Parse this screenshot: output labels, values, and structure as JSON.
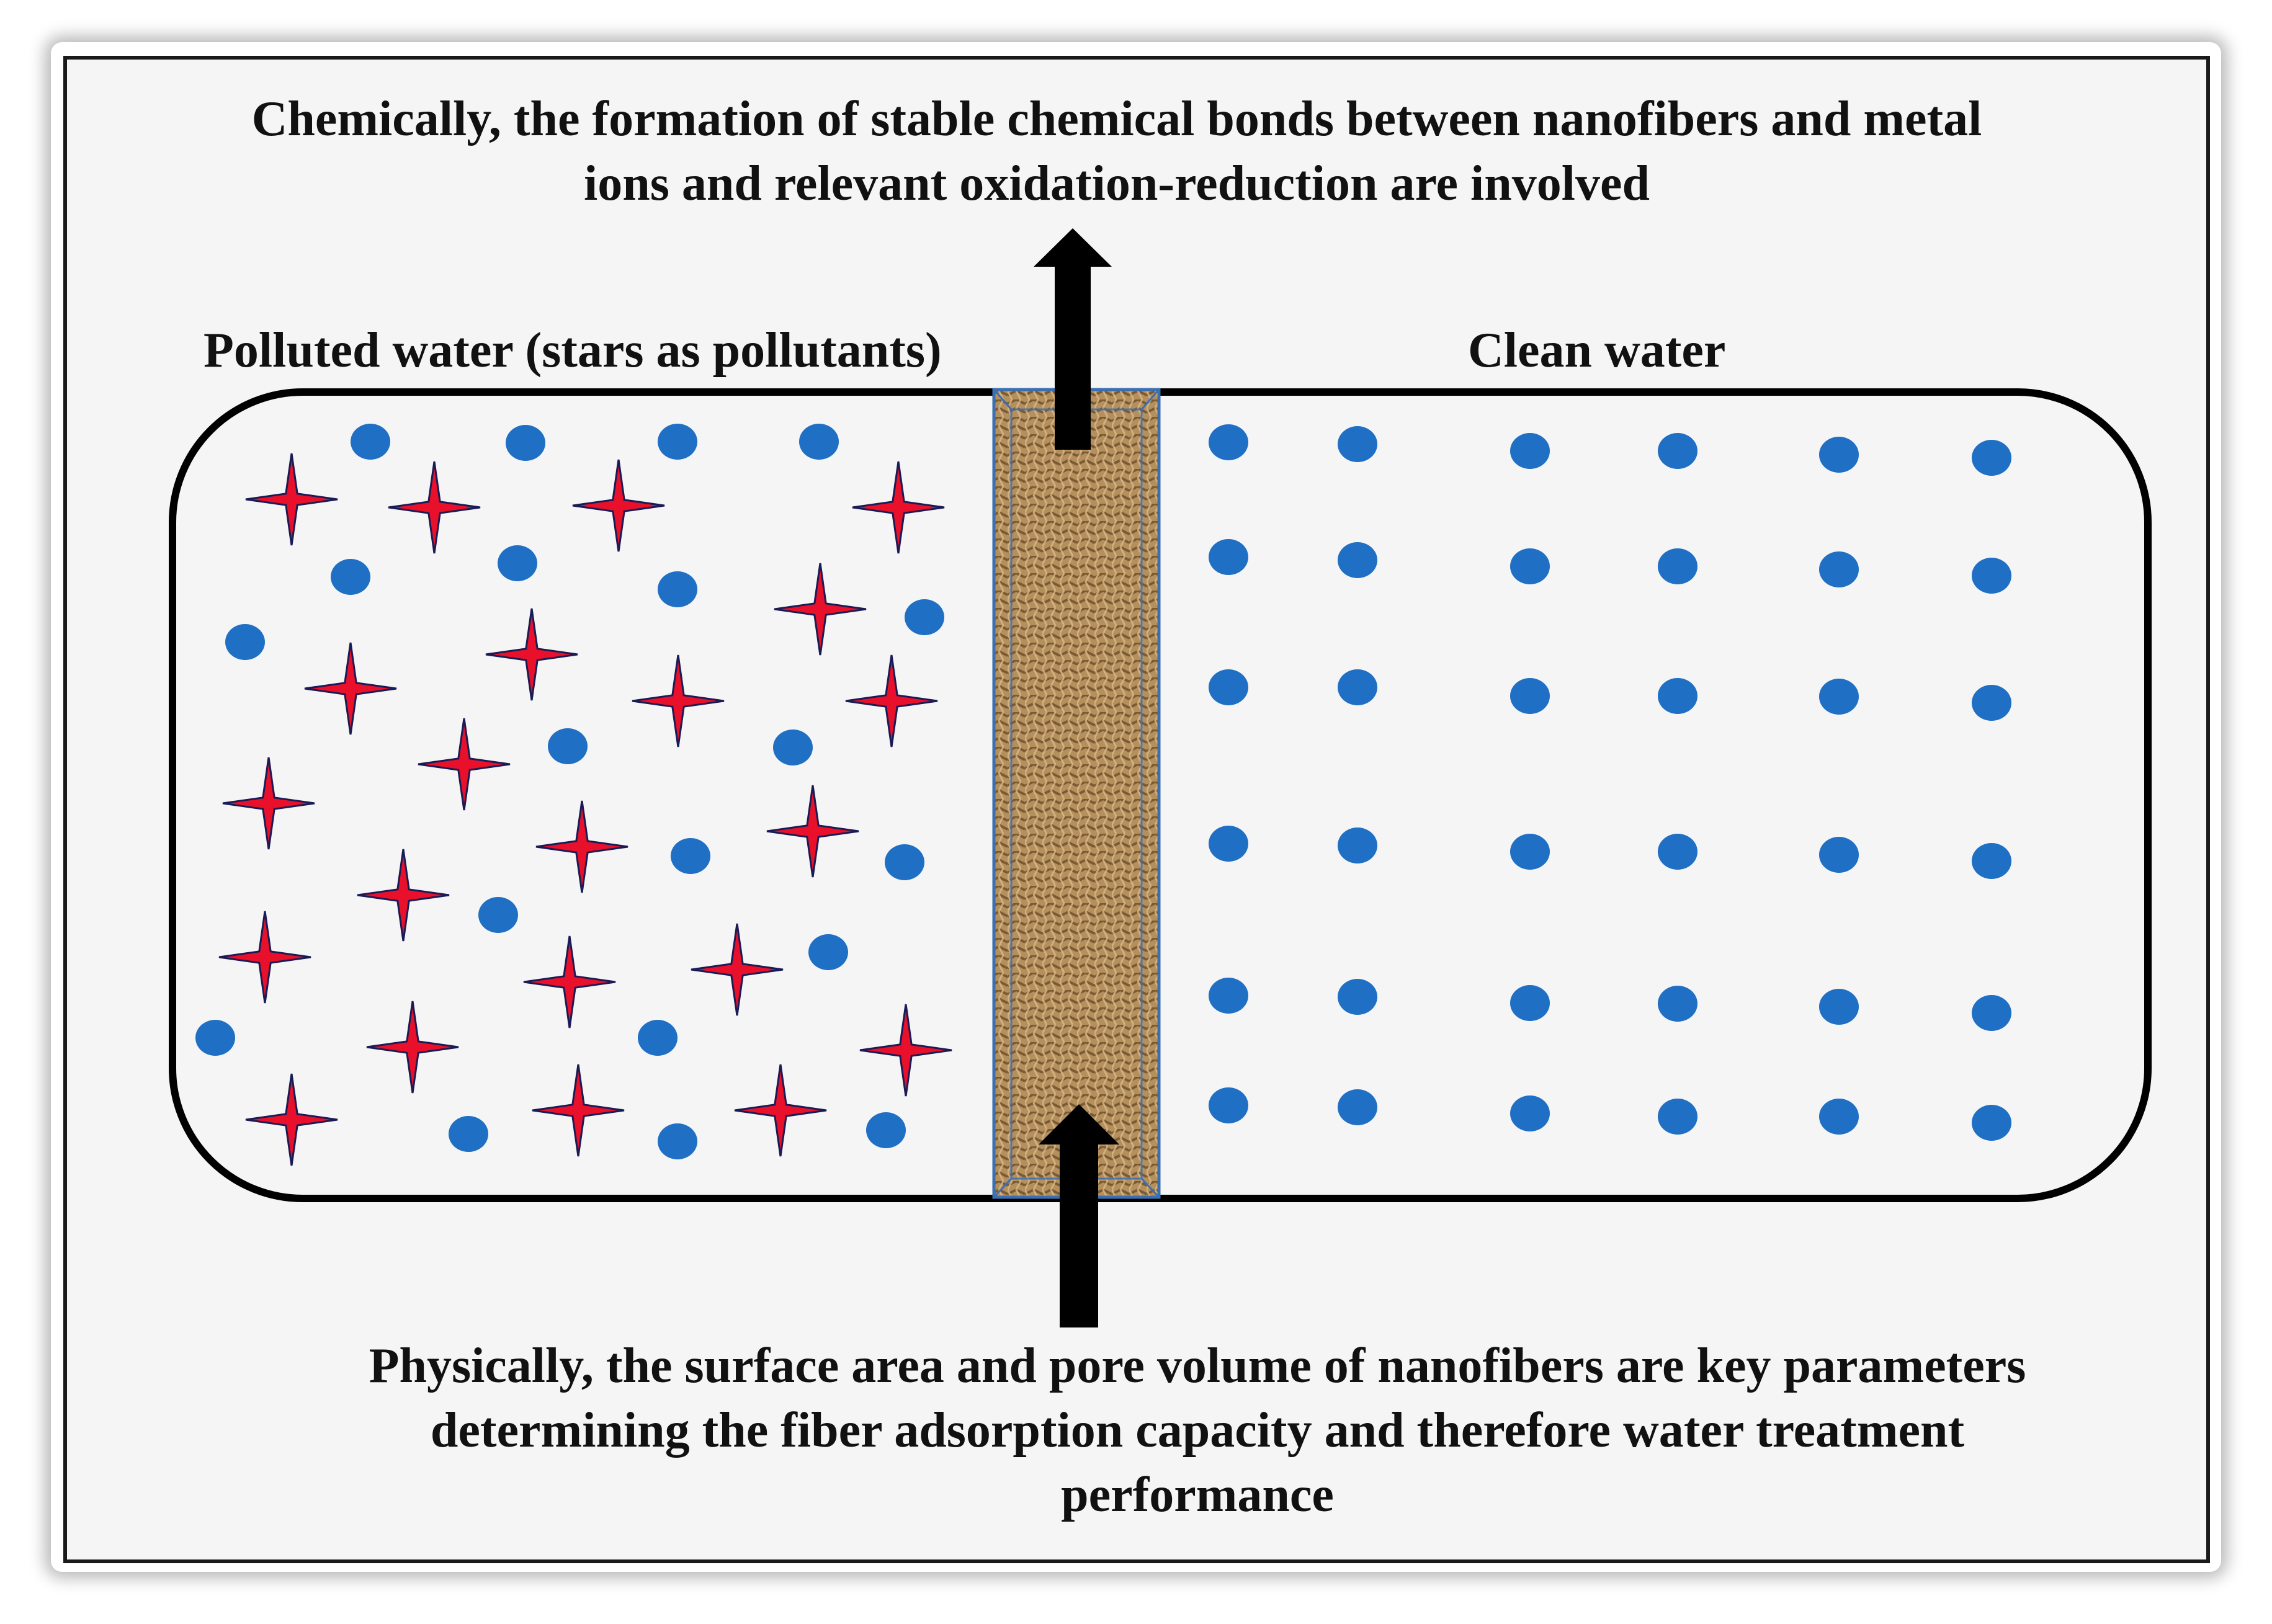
{
  "captions": {
    "chemical": "Chemically, the formation of stable chemical bonds between nanofibers and metal\nions and relevant oxidation-reduction are involved",
    "physical": "Physically, the surface area and pore volume of nanofibers are key parameters\ndetermining the fiber adsorption capacity and therefore water treatment\nperformance"
  },
  "labels": {
    "polluted": "Polluted water (stars as pollutants)",
    "clean": "Clean water"
  },
  "colors": {
    "water_molecule": "#1f6fc5",
    "pollutant_star": "#e8102a",
    "star_outline": "#1a1a55",
    "filter": "#b08a58",
    "filter_border": "#3c6fb0",
    "container_outline": "#000000",
    "arrow": "#000000"
  },
  "icons": {
    "pollutant": "four-point-star",
    "water": "blue-dot",
    "filter": "nanofiber-membrane",
    "arrows": "up-arrow"
  }
}
